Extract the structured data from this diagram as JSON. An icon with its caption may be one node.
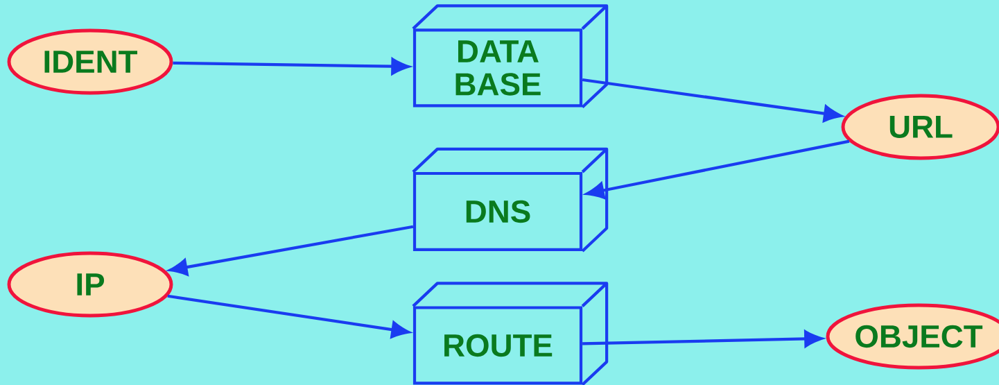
{
  "diagram": {
    "nodes": [
      {
        "text": [
          "IDENT"
        ]
      },
      {
        "text": [
          "DATA BASE"
        ]
      },
      {
        "text": [
          "URL"
        ]
      },
      {
        "text": [
          "DNS"
        ]
      },
      {
        "text": [
          "IP"
        ]
      },
      {
        "text": [
          "ROUTE"
        ]
      },
      {
        "text": [
          "OBJECT"
        ]
      }
    ],
    "edges": [
      {
        "from": 0,
        "to": 1,
        "arrow": "to"
      },
      {
        "from": 1,
        "to": 2,
        "arrow": "to"
      },
      {
        "from": 2,
        "to": 3,
        "arrow": "to"
      },
      {
        "from": 3,
        "to": 4,
        "arrow": "to"
      },
      {
        "from": 4,
        "to": 5,
        "arrow": "to"
      },
      {
        "from": 5,
        "to": 6,
        "arrow": "to"
      }
    ]
  }
}
